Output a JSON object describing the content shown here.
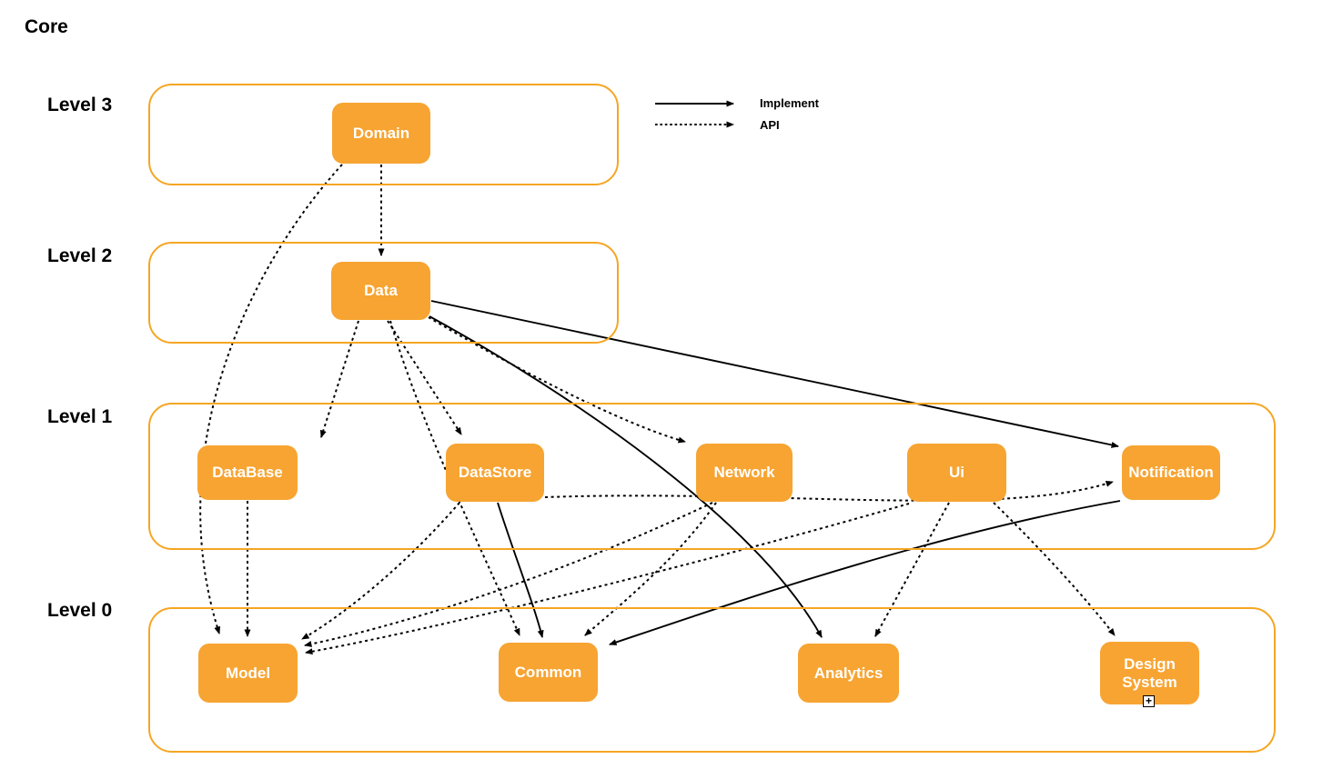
{
  "title": "Core",
  "legend": {
    "implement_label": "Implement",
    "api_label": "API"
  },
  "levels": [
    {
      "label": "Level 3",
      "modules": [
        "Domain"
      ]
    },
    {
      "label": "Level 2",
      "modules": [
        "Data"
      ]
    },
    {
      "label": "Level 1",
      "modules": [
        "DataBase",
        "DataStore",
        "Network",
        "Ui",
        "Notification"
      ]
    },
    {
      "label": "Level 0",
      "modules": [
        "Model",
        "Common",
        "Analytics",
        "Design System"
      ]
    }
  ],
  "edges": [
    {
      "from": "Domain",
      "to": "Data",
      "type": "API"
    },
    {
      "from": "Domain",
      "to": "Model",
      "type": "API"
    },
    {
      "from": "Data",
      "to": "DataBase",
      "type": "API"
    },
    {
      "from": "Data",
      "to": "DataStore",
      "type": "API"
    },
    {
      "from": "Data",
      "to": "Network",
      "type": "API"
    },
    {
      "from": "Data",
      "to": "Common",
      "type": "API"
    },
    {
      "from": "Data",
      "to": "Notification",
      "type": "Implement"
    },
    {
      "from": "Data",
      "to": "Analytics",
      "type": "Implement"
    },
    {
      "from": "DataBase",
      "to": "Model",
      "type": "API"
    },
    {
      "from": "DataStore",
      "to": "Model",
      "type": "API"
    },
    {
      "from": "DataStore",
      "to": "Notification",
      "type": "API"
    },
    {
      "from": "DataStore",
      "to": "Common",
      "type": "Implement"
    },
    {
      "from": "Network",
      "to": "Model",
      "type": "API"
    },
    {
      "from": "Network",
      "to": "Common",
      "type": "API"
    },
    {
      "from": "Ui",
      "to": "Model",
      "type": "API"
    },
    {
      "from": "Ui",
      "to": "Analytics",
      "type": "API"
    },
    {
      "from": "Ui",
      "to": "Design System",
      "type": "API"
    },
    {
      "from": "Notification",
      "to": "Common",
      "type": "Implement"
    }
  ],
  "expand_icon": "+",
  "colors": {
    "box_fill": "#F7A432",
    "container_border": "#F5A623",
    "box_text": "#FFFFFF",
    "arrow": "#000000"
  }
}
